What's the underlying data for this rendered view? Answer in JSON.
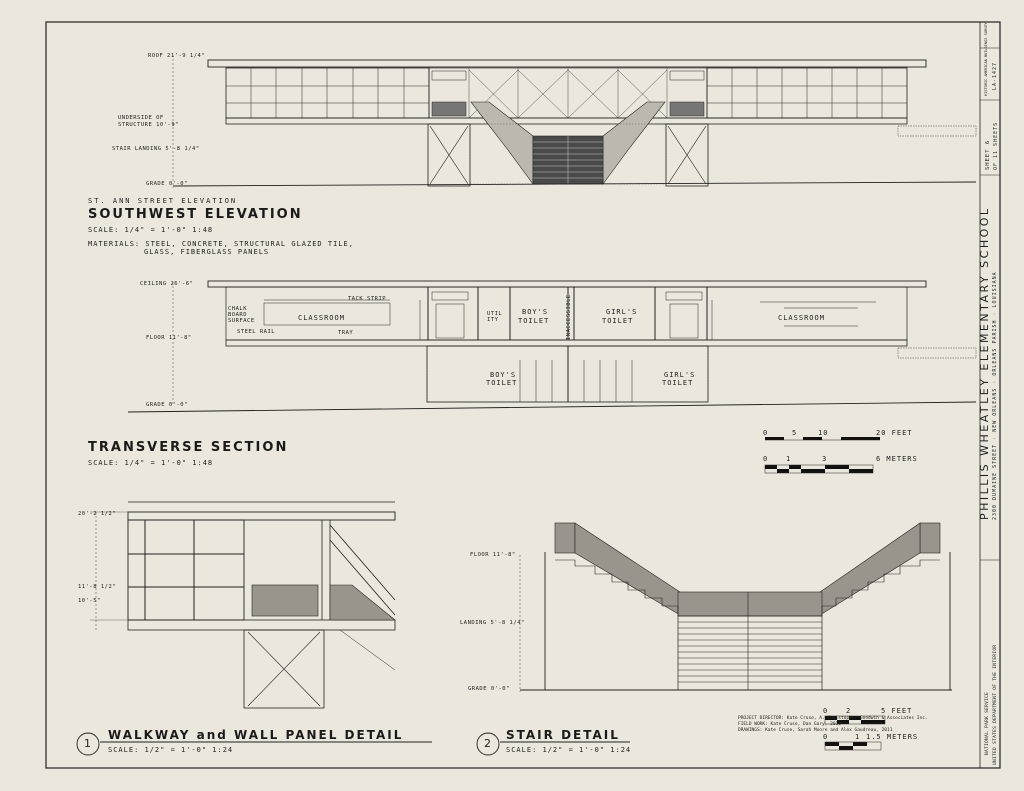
{
  "sheet": {
    "title_block": {
      "school_name": "PHILLIS WHEATLEY ELEMENTARY SCHOOL",
      "address": "2300 DUMAINE STREET · NEW ORLEANS · ORLEANS PARISH · LOUISIANA",
      "agency": "NATIONAL PARK SERVICE",
      "department": "UNITED STATES DEPARTMENT OF THE INTERIOR",
      "sheet_label": "SHEET 6",
      "sheet_of": "OF 11 SHEETS",
      "survey_label": "HISTORIC AMERICAN BUILDINGS SURVEY",
      "survey_number": "LA-1427",
      "credits_1": "PROJECT DIRECTOR: Kate Cruse, A. Christopher Goodwin & Associates Inc.",
      "credits_2": "FIELD WORK: Kate Cruse, Dan Gary, 2010",
      "credits_3": "DRAWINGS: Kate Cruse, Sarah Moore and Alex Gaudreau, 2011"
    }
  },
  "southwest": {
    "subtitle": "ST. ANN STREET ELEVATION",
    "title": "SOUTHWEST ELEVATION",
    "scale": "SCALE: 1/4\" = 1'-0\"   1:48",
    "materials_1": "MATERIALS: STEEL, CONCRETE, STRUCTURAL GLAZED TILE,",
    "materials_2": "GLASS, FIBERGLASS PANELS",
    "levels": {
      "roof": "ROOF 21'-9 1/4\"",
      "underside_1": "UNDERSIDE OF",
      "underside_2": "STRUCTURE 10'-9\"",
      "stair_landing": "STAIR LANDING 5'-8 1/4\"",
      "grade": "GRADE 0'-0\""
    }
  },
  "section": {
    "title": "TRANSVERSE SECTION",
    "scale": "SCALE: 1/4\" = 1'-0\"   1:48",
    "levels": {
      "ceiling": "CEILING 26'-6\"",
      "floor": "FLOOR 11'-8\"",
      "grade": "GRADE 0'-0\""
    },
    "rooms": {
      "classroom_left": "CLASSROOM",
      "boys_toilet_upper_1": "BOY'S",
      "boys_toilet_upper_2": "TOILET",
      "utility_1": "UTIL",
      "utility_2": "ITY",
      "inaccessible": "INACCESSIBLE",
      "girls_toilet_upper_1": "GIRL'S",
      "girls_toilet_upper_2": "TOILET",
      "classroom_right": "CLASSROOM",
      "boys_toilet_lower_1": "BOY'S",
      "boys_toilet_lower_2": "TOILET",
      "girls_toilet_lower_1": "GIRL'S",
      "girls_toilet_lower_2": "TOILET"
    },
    "callouts": {
      "tack_strip": "TACK STRIP",
      "chalk_1": "CHALK",
      "chalk_2": "BOARD",
      "chalk_3": "SURFACE",
      "steel_rail": "STEEL RAIL",
      "tray": "TRAY"
    }
  },
  "scale_feet": {
    "labels": [
      "0",
      "5",
      "10",
      "20 FEET"
    ]
  },
  "scale_meters": {
    "labels": [
      "0",
      "1",
      "3",
      "6 METERS"
    ]
  },
  "detail1": {
    "number": "1",
    "title": "WALKWAY and WALL PANEL DETAIL",
    "scale": "SCALE: 1/2\" = 1'-0\"   1:24",
    "dims": {
      "top": "20'-2 1/2\"",
      "mid": "11'-8 1/2\"",
      "low": "10'-5\""
    }
  },
  "detail2": {
    "number": "2",
    "title": "STAIR DETAIL",
    "scale": "SCALE: 1/2\" = 1'-0\"   1:24",
    "levels": {
      "floor": "FLOOR 11'-8\"",
      "landing": "LANDING 5'-8 1/4\"",
      "grade": "GRADE 0'-0\""
    }
  },
  "scale_feet_small": {
    "labels": [
      "0",
      "2",
      "5 FEET"
    ]
  },
  "scale_meters_small": {
    "labels": [
      "0",
      "1",
      "1.5 METERS"
    ]
  }
}
